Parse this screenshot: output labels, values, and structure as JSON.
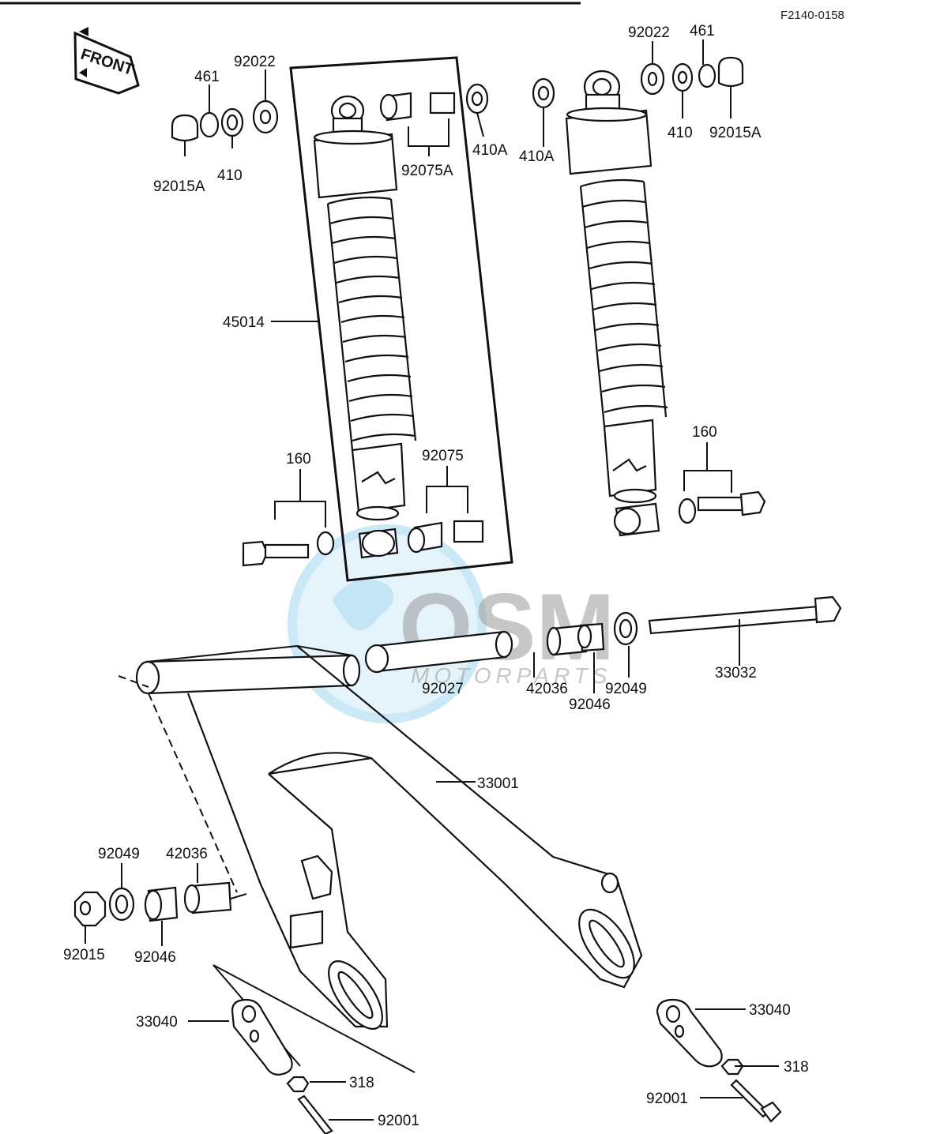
{
  "diagram": {
    "code": "F2140-0158",
    "front_label": "FRONT",
    "watermark": {
      "brand": "OSM",
      "sub": "MOTORPARTS"
    },
    "parts": {
      "p_92022_l": "92022",
      "p_461_l": "461",
      "p_410_l": "410",
      "p_92015A_l": "92015A",
      "p_92075A": "92075A",
      "p_410A_l": "410A",
      "p_410A_r": "410A",
      "p_92022_r": "92022",
      "p_461_r": "461",
      "p_410_r": "410",
      "p_92015A_r": "92015A",
      "p_45014": "45014",
      "p_160_l": "160",
      "p_92075": "92075",
      "p_160_r": "160",
      "p_92027": "92027",
      "p_42036_r": "42036",
      "p_92046_r": "92046",
      "p_92049_r": "92049",
      "p_33032": "33032",
      "p_33001": "33001",
      "p_92049_l": "92049",
      "p_42036_l": "42036",
      "p_92015": "92015",
      "p_92046_l": "92046",
      "p_33040_l": "33040",
      "p_318_l": "318",
      "p_92001_l": "92001",
      "p_33040_r": "33040",
      "p_318_r": "318",
      "p_92001_r": "92001"
    }
  }
}
